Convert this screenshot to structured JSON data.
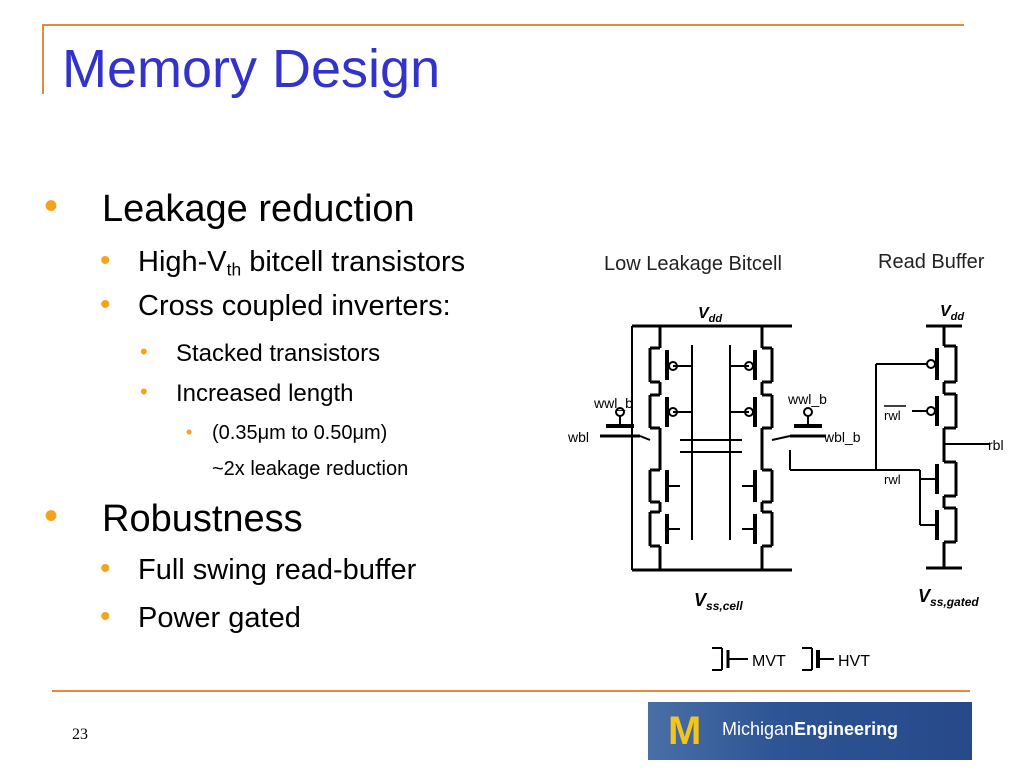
{
  "slide": {
    "title": "Memory Design",
    "page_number": "23"
  },
  "bullets": {
    "leakage": "Leakage reduction",
    "highvth_pre": "High-V",
    "highvth_sub": "th",
    "highvth_post": " bitcell transistors",
    "cross": "Cross coupled inverters:",
    "stacked": "Stacked transistors",
    "increased": "Increased length",
    "range": "(0.35μm to 0.50μm)",
    "reduction": "~2x leakage reduction",
    "robust": "Robustness",
    "fullswing": "Full swing read-buffer",
    "powergated": "Power gated"
  },
  "circuit": {
    "bitcell_title": "Low Leakage Bitcell",
    "buffer_title": "Read Buffer",
    "vdd_main": "V",
    "vdd_sub": "dd",
    "vss_cell": "V",
    "vss_cell_sub": "ss,cell",
    "vss_gated": "V",
    "vss_gated_sub": "ss,gated",
    "wwl_b": "wwl_b",
    "wbl": "wbl",
    "wbl_b": "wbl_b",
    "rwl": "rwl",
    "rbl": "rbl",
    "mvt": "MVT",
    "hvt": "HVT"
  },
  "logo": {
    "letter": "M",
    "word1": "Michigan",
    "word2": "Engineering"
  },
  "colors": {
    "title": "#3333cc",
    "accent_rule": "#e8883a",
    "bullet": "#f5a21d",
    "logo_bg": "#2d5494",
    "logo_m": "#f3c41b"
  }
}
